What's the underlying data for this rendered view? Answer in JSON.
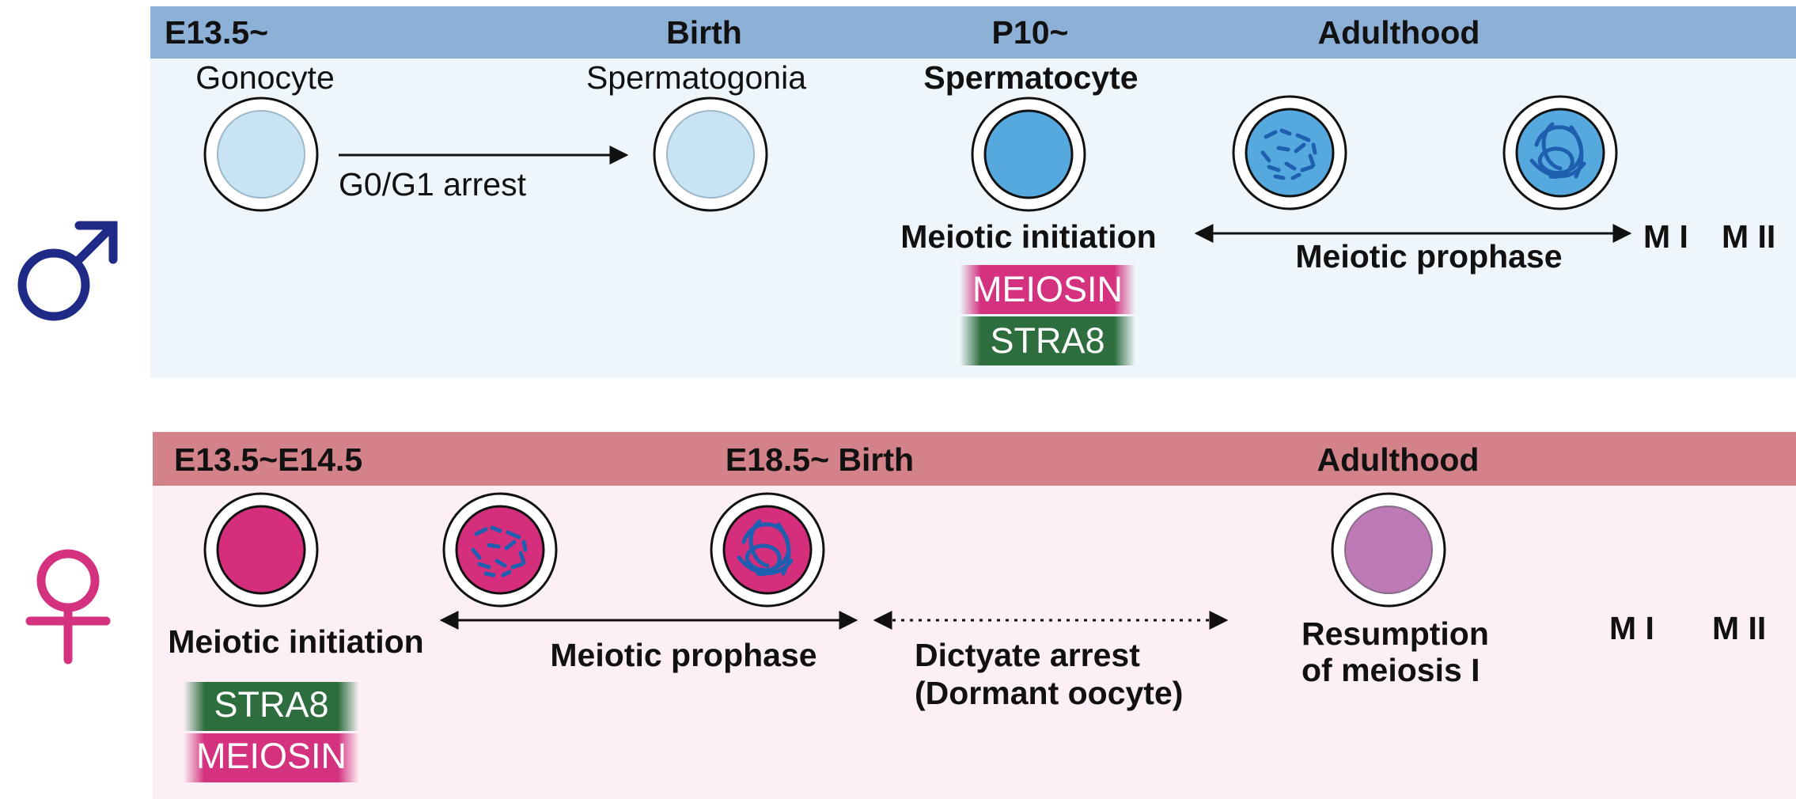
{
  "colors": {
    "male_header": "#8db0d7",
    "male_panel": "#eef6fb",
    "female_header": "#d38289",
    "female_panel": "#fcf0f6",
    "male_symbol": "#1f2a87",
    "female_symbol": "#d4317f",
    "meiosin": "#d4317f",
    "stra8": "#2e6e3e",
    "gonocyte_fill": "#c7e3f4",
    "spermatocyte_fill": "#55a9df",
    "oocyte_fill": "#d42e7c",
    "resumption_fill": "#bd7ab6",
    "chromatin": "#1f5fb0"
  },
  "male": {
    "symbol": "male-symbol-icon",
    "header": {
      "e135": "E13.5~",
      "birth": "Birth",
      "p10": "P10~",
      "adulthood": "Adulthood"
    },
    "cells": {
      "gonocyte": "Gonocyte",
      "spermatogonia": "Spermatogonia",
      "spermatocyte": "Spermatocyte"
    },
    "g0g1_arrest": "G0/G1 arrest",
    "meiotic_initiation": "Meiotic initiation",
    "meiotic_prophase": "Meiotic prophase",
    "mi": "M I",
    "mii": "M II",
    "markers": [
      "MEIOSIN",
      "STRA8"
    ]
  },
  "female": {
    "symbol": "female-symbol-icon",
    "header": {
      "e135": "E13.5~E14.5",
      "e185": "E18.5~ Birth",
      "adulthood": "Adulthood"
    },
    "meiotic_initiation": "Meiotic initiation",
    "meiotic_prophase": "Meiotic prophase",
    "dictyate_line1": "Dictyate arrest",
    "dictyate_line2": "(Dormant oocyte)",
    "resumption_line1": "Resumption",
    "resumption_line2": "of meiosis I",
    "mi": "M I",
    "mii": "M II",
    "markers": [
      "STRA8",
      "MEIOSIN"
    ]
  }
}
